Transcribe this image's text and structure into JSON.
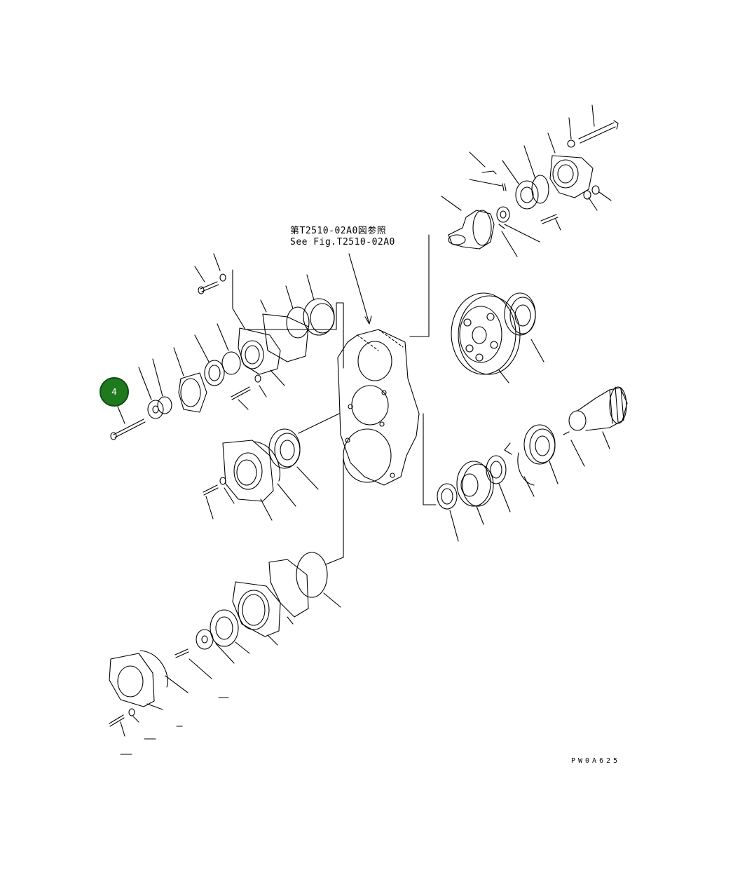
{
  "reference_note": {
    "line1": "第T2510-02A0図参照",
    "line2": "See Fig.T2510-02A0"
  },
  "callout": {
    "label": "4",
    "color": "#1f7a1f"
  },
  "drawing_code": "PW0A625"
}
